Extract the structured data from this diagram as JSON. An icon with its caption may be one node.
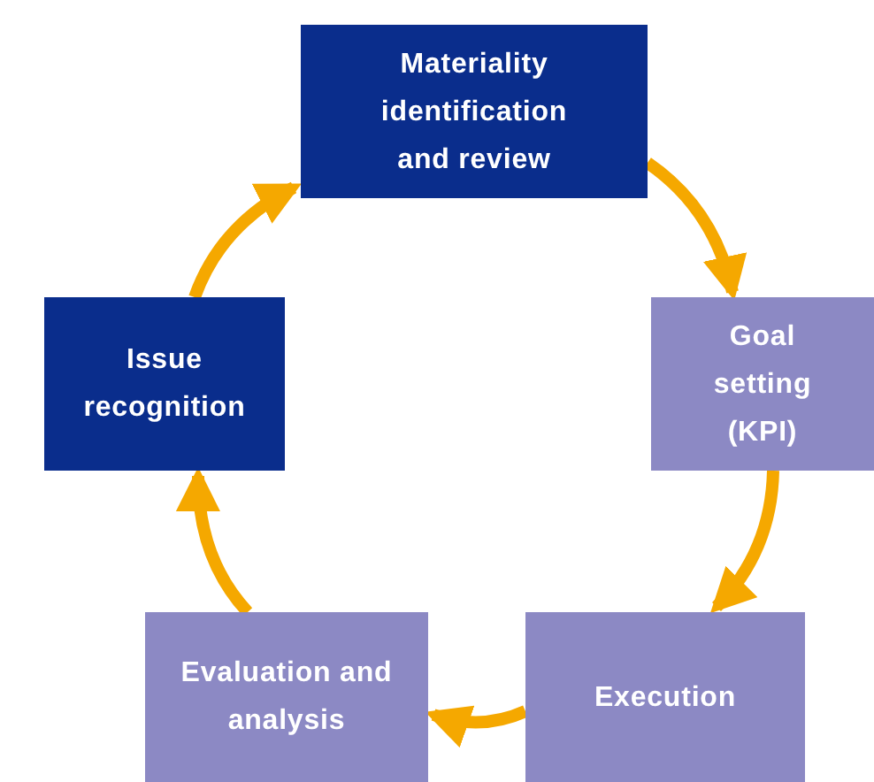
{
  "diagram": {
    "nodes": [
      {
        "text": [
          "Materiality identification and review"
        ]
      },
      {
        "text": [
          "Goal setting (KPI)"
        ]
      },
      {
        "text": [
          "Execution"
        ]
      },
      {
        "text": [
          "Evaluation and analysis"
        ]
      },
      {
        "text": [
          "Issue recognition"
        ]
      }
    ],
    "edges": [
      {
        "from": 0,
        "to": 1,
        "arrow": "to"
      },
      {
        "from": 1,
        "to": 2,
        "arrow": "to"
      },
      {
        "from": 2,
        "to": 3,
        "arrow": "to"
      },
      {
        "from": 3,
        "to": 4,
        "arrow": "to"
      },
      {
        "from": 4,
        "to": 0,
        "arrow": "to"
      }
    ]
  }
}
